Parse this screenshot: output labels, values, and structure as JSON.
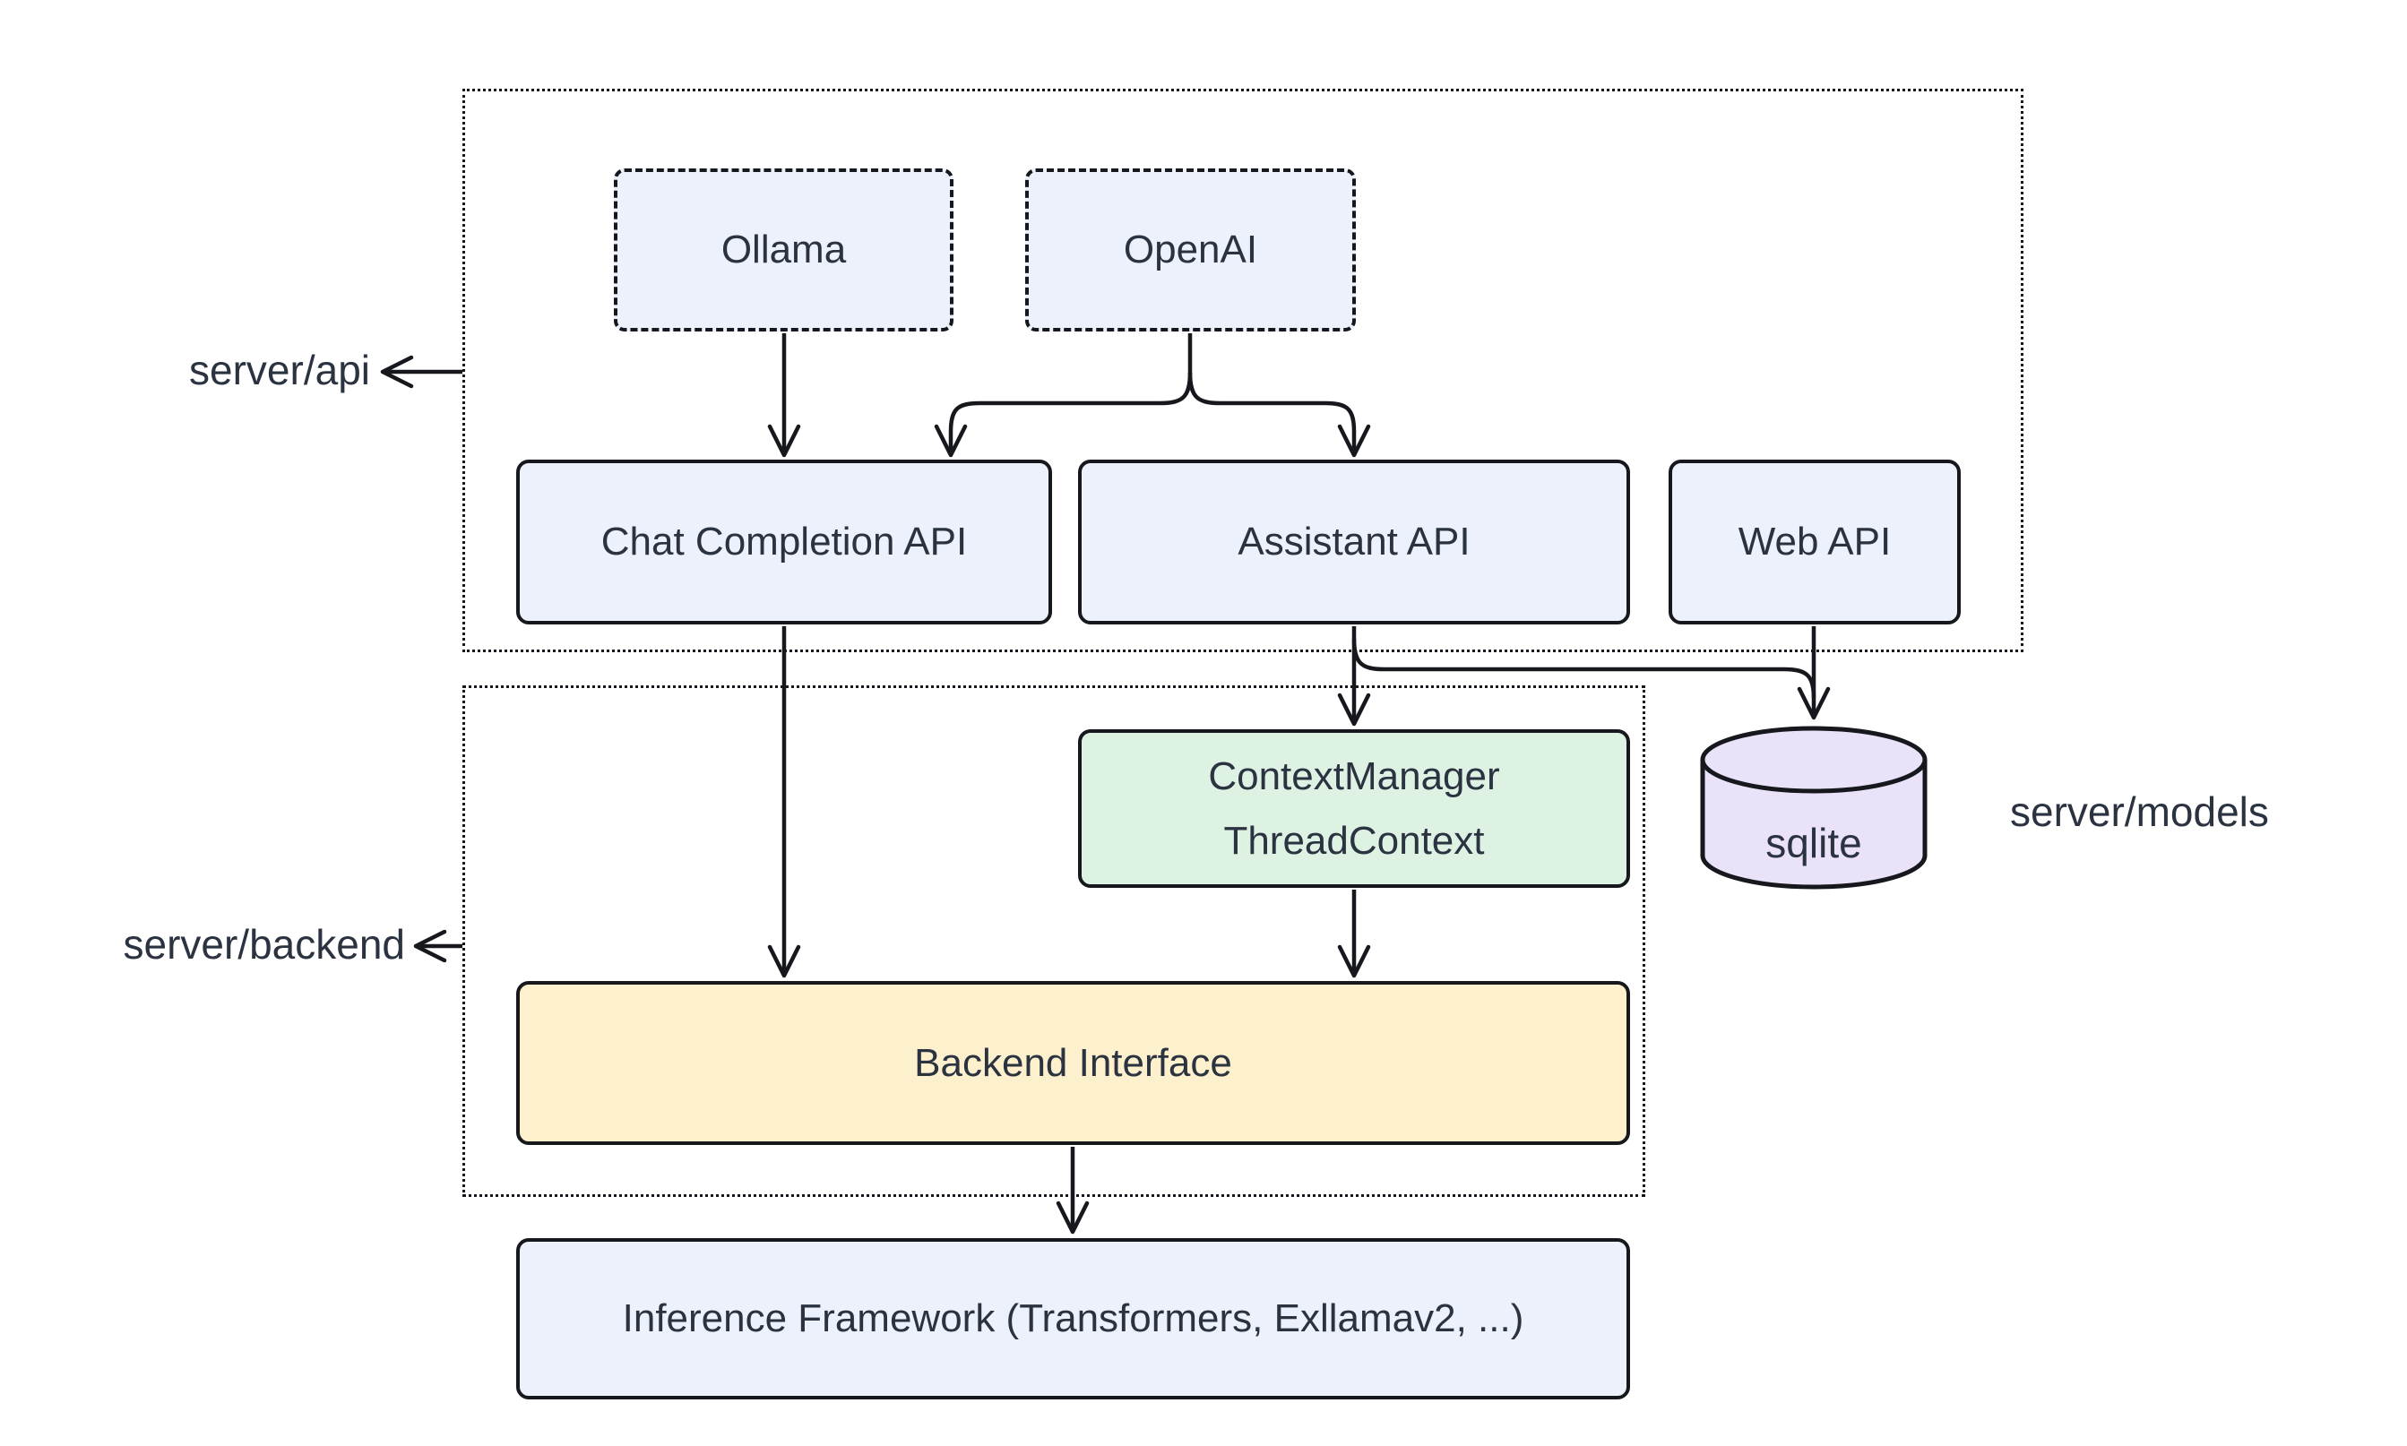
{
  "colors": {
    "node_blue": "#edf1fb",
    "node_green": "#def2e4",
    "node_yellow": "#fdf0cd",
    "node_purple": "#e9e2f8",
    "stroke": "#16181d",
    "text": "#2b3340",
    "background": "#ffffff"
  },
  "labels": {
    "api": "server/api",
    "backend": "server/backend",
    "models": "server/models"
  },
  "nodes": {
    "ollama": {
      "label": "Ollama"
    },
    "openai": {
      "label": "OpenAI"
    },
    "chat_completion": {
      "label": "Chat Completion API"
    },
    "assistant": {
      "label": "Assistant API"
    },
    "web": {
      "label": "Web API"
    },
    "context_manager": {
      "line1": "ContextManager",
      "line2": "ThreadContext"
    },
    "sqlite": {
      "label": "sqlite"
    },
    "backend_interface": {
      "label": "Backend Interface"
    },
    "inference_framework": {
      "label": "Inference Framework (Transformers, Exllamav2, ...)"
    }
  },
  "edges": [
    {
      "from": "Ollama",
      "to": "Chat Completion API"
    },
    {
      "from": "OpenAI",
      "to": "Chat Completion API"
    },
    {
      "from": "OpenAI",
      "to": "Assistant API"
    },
    {
      "from": "Chat Completion API",
      "to": "Backend Interface"
    },
    {
      "from": "Assistant API",
      "to": "ContextManager ThreadContext"
    },
    {
      "from": "Assistant API",
      "to": "sqlite"
    },
    {
      "from": "Web API",
      "to": "sqlite"
    },
    {
      "from": "ContextManager ThreadContext",
      "to": "Backend Interface"
    },
    {
      "from": "Backend Interface",
      "to": "Inference Framework (Transformers, Exllamav2, ...)"
    },
    {
      "from": "server/api container",
      "to": "server/api label"
    },
    {
      "from": "server/backend container",
      "to": "server/backend label"
    }
  ]
}
